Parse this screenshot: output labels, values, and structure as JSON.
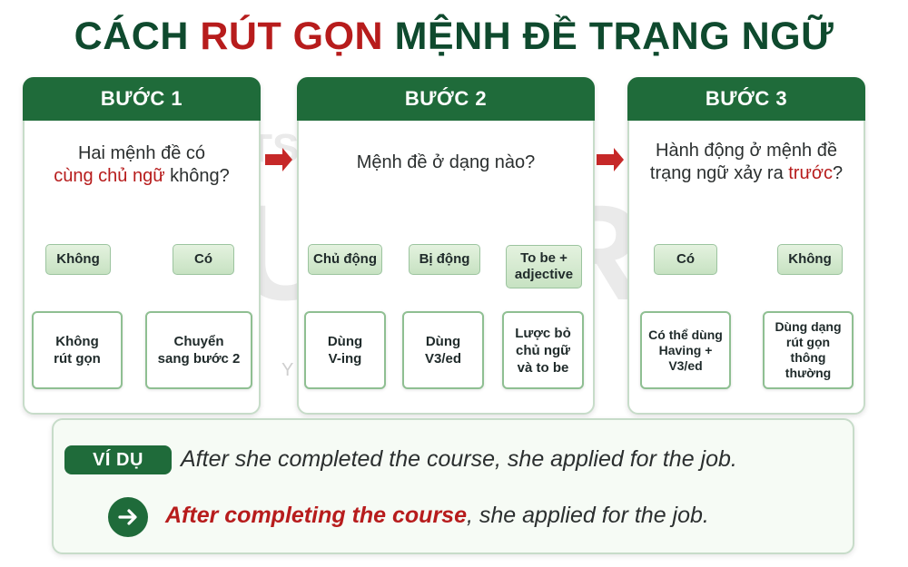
{
  "title": {
    "part1": "CÁCH ",
    "part2": "RÚT GỌN",
    "part3": " MỆNH ĐỀ TRẠNG NGỮ"
  },
  "watermark": {
    "top": "IELTS THE",
    "main": "TUT",
    "main2": "RS",
    "slogan": "Y O U  D E S E R V E  B E T T E R"
  },
  "steps": [
    {
      "header": "BƯỚC 1",
      "question": {
        "line1": "Hai mệnh đề có",
        "line2_red": "cùng chủ ngữ",
        "line2_rest": " không?"
      },
      "options": [
        "Không",
        "Có"
      ],
      "results": [
        "Không\nrút gọn",
        "Chuyển\nsang bước 2"
      ]
    },
    {
      "header": "BƯỚC 2",
      "question": {
        "line1": "Mệnh đề ở dạng nào?"
      },
      "options": [
        "Chủ động",
        "Bị động",
        "To be +\nadjective"
      ],
      "results": [
        "Dùng\nV-ing",
        "Dùng\nV3/ed",
        "Lược bỏ\nchủ ngữ\nvà to be"
      ]
    },
    {
      "header": "BƯỚC 3",
      "question": {
        "line1": "Hành động ở mệnh đề",
        "line2_plain": "trạng ngữ xảy ra ",
        "line2_red": "trước",
        "line2_end": "?"
      },
      "options": [
        "Có",
        "Không"
      ],
      "results": [
        "Có thể dùng\nHaving +\nV3/ed",
        "Dùng dạng\nrút gọn\nthông\nthường"
      ]
    }
  ],
  "example": {
    "label": "VÍ DỤ",
    "sentence": "After she completed the course, she applied for the job.",
    "reduced_red": "After completing the course",
    "reduced_rest": ", she applied for the job."
  },
  "colors": {
    "green": "#1f6b3a",
    "red": "#b71c1c",
    "title_green": "#0f4a2e"
  }
}
